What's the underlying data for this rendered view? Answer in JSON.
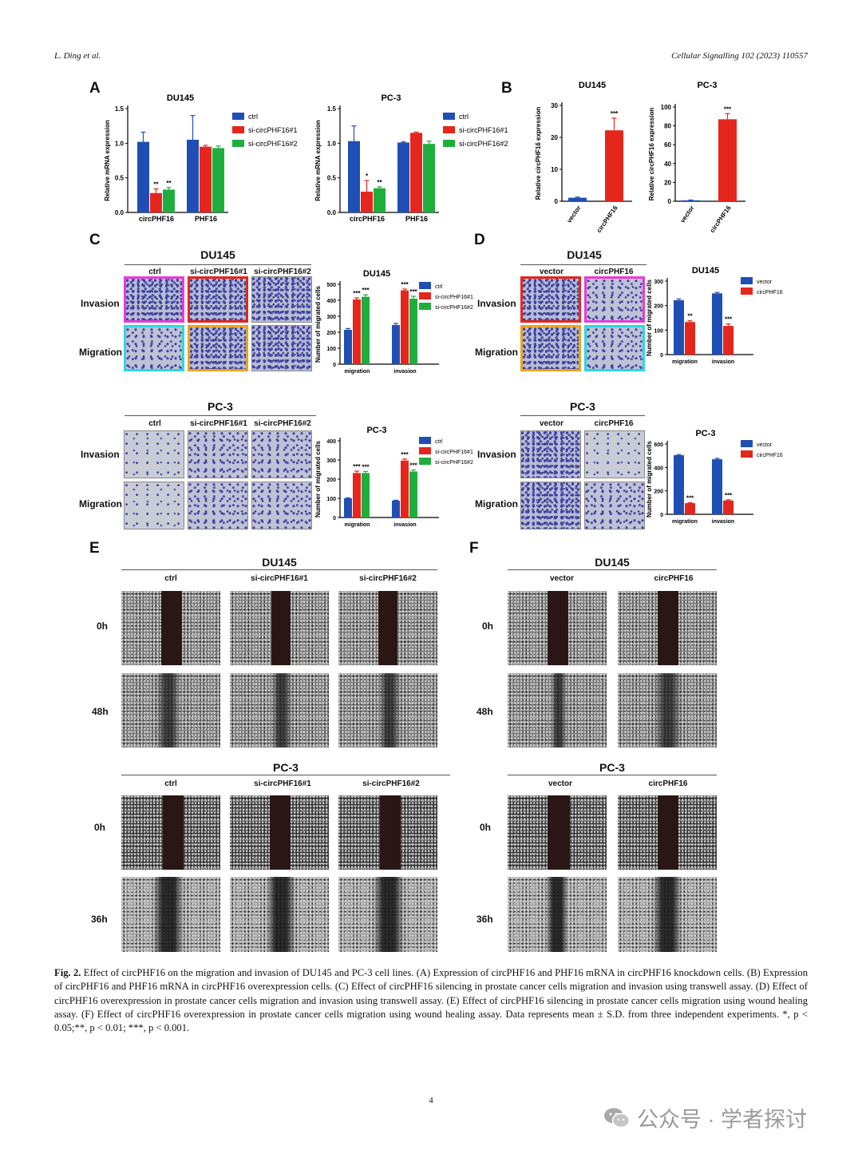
{
  "header": {
    "left": "L. Ding et al.",
    "right": "Cellular Signalling 102 (2023) 110557"
  },
  "panel_letters": {
    "A": "A",
    "B": "B",
    "C": "C",
    "D": "D",
    "E": "E",
    "F": "F"
  },
  "colors": {
    "blue": "#1f4fb4",
    "red": "#e5261c",
    "green": "#1fae3e"
  },
  "labels": {
    "du145": "DU145",
    "pc3": "PC-3",
    "ctrl": "ctrl",
    "si1": "si-circPHF16#1",
    "si2": "si-circPHF16#2",
    "vector": "vector",
    "circ": "circPHF16",
    "invasion": "Invasion",
    "migration": "Migration",
    "h0": "0h",
    "h48": "48h",
    "h36": "36h"
  },
  "chart_data": [
    {
      "id": "A-DU145",
      "type": "bar",
      "title": "DU145",
      "ylabel": "Relative mRNA expression",
      "categories": [
        "circPHF16",
        "PHF16"
      ],
      "ylim": [
        0,
        1.5
      ],
      "yticks": [
        "0.0",
        "0.5",
        "1.0",
        "1.5"
      ],
      "series": [
        {
          "name": "ctrl",
          "values": [
            1.02,
            1.05
          ],
          "err": [
            0.14,
            0.35
          ]
        },
        {
          "name": "si-circPHF16#1",
          "values": [
            0.28,
            0.95
          ],
          "err": [
            0.06,
            0.02
          ]
        },
        {
          "name": "si-circPHF16#2",
          "values": [
            0.33,
            0.93
          ],
          "err": [
            0.03,
            0.03
          ]
        }
      ],
      "sig": [
        [
          "",
          "**",
          "**"
        ],
        [
          "",
          "",
          ""
        ]
      ]
    },
    {
      "id": "A-PC3",
      "type": "bar",
      "title": "PC-3",
      "ylabel": "Relative mRNA expression",
      "categories": [
        "circPHF16",
        "PHF16"
      ],
      "ylim": [
        0,
        1.5
      ],
      "yticks": [
        "0.0",
        "0.5",
        "1.0",
        "1.5"
      ],
      "series": [
        {
          "name": "ctrl",
          "values": [
            1.03,
            1.01
          ],
          "err": [
            0.22,
            0.01
          ]
        },
        {
          "name": "si-circPHF16#1",
          "values": [
            0.3,
            1.15
          ],
          "err": [
            0.16,
            0.01
          ]
        },
        {
          "name": "si-circPHF16#2",
          "values": [
            0.35,
            0.99
          ],
          "err": [
            0.02,
            0.04
          ]
        }
      ],
      "sig": [
        [
          "",
          "*",
          "**"
        ],
        [
          "",
          "",
          ""
        ]
      ]
    },
    {
      "id": "B-DU145",
      "type": "bar",
      "title": "DU145",
      "ylabel": "Relative circPHF16 expression",
      "categories": [
        "vector",
        "circPHF16"
      ],
      "ylim": [
        0,
        30
      ],
      "yticks": [
        "0",
        "10",
        "20",
        "30"
      ],
      "values": [
        1.1,
        22.2
      ],
      "err": [
        0.2,
        3.8
      ],
      "sig": [
        "",
        "***"
      ]
    },
    {
      "id": "B-PC3",
      "type": "bar",
      "title": "PC-3",
      "ylabel": "Relative circPHF16 expression",
      "categories": [
        "vector",
        "circPHF16"
      ],
      "ylim": [
        0,
        100
      ],
      "yticks": [
        "0",
        "20",
        "40",
        "60",
        "80",
        "100"
      ],
      "values": [
        1,
        87
      ],
      "err": [
        0.3,
        6
      ],
      "sig": [
        "",
        "***"
      ]
    },
    {
      "id": "C-DU145",
      "type": "bar",
      "title": "DU145",
      "ylabel": "Number of migrated cells",
      "categories": [
        "migration",
        "invasion"
      ],
      "ylim": [
        0,
        500
      ],
      "yticks": [
        "0",
        "100",
        "200",
        "300",
        "400",
        "500"
      ],
      "series": [
        {
          "name": "ctrl",
          "values": [
            215,
            245
          ],
          "err": [
            8,
            10
          ]
        },
        {
          "name": "si-circPHF16#1",
          "values": [
            405,
            462
          ],
          "err": [
            10,
            8
          ]
        },
        {
          "name": "si-circPHF16#2",
          "values": [
            422,
            410
          ],
          "err": [
            12,
            15
          ]
        }
      ],
      "sig": [
        [
          "",
          "***",
          "***"
        ],
        [
          "",
          "***",
          "***"
        ]
      ]
    },
    {
      "id": "C-PC3",
      "type": "bar",
      "title": "PC-3",
      "ylabel": "Number of migrated cells",
      "categories": [
        "migration",
        "invasion"
      ],
      "ylim": [
        0,
        400
      ],
      "yticks": [
        "0",
        "100",
        "200",
        "300",
        "400"
      ],
      "series": [
        {
          "name": "ctrl",
          "values": [
            100,
            88
          ],
          "err": [
            3,
            2
          ]
        },
        {
          "name": "si-circPHF16#1",
          "values": [
            232,
            297
          ],
          "err": [
            10,
            8
          ]
        },
        {
          "name": "si-circPHF16#2",
          "values": [
            232,
            240
          ],
          "err": [
            8,
            8
          ]
        }
      ],
      "sig": [
        [
          "",
          "***",
          "***"
        ],
        [
          "",
          "***",
          "***"
        ]
      ]
    },
    {
      "id": "D-DU145",
      "type": "bar",
      "title": "DU145",
      "ylabel": "Number of migrated cells",
      "categories": [
        "migration",
        "invasion"
      ],
      "ylim": [
        0,
        300
      ],
      "yticks": [
        "0",
        "100",
        "200",
        "300"
      ],
      "series": [
        {
          "name": "vector",
          "values": [
            222,
            250
          ],
          "err": [
            5,
            4
          ]
        },
        {
          "name": "circPHF16",
          "values": [
            133,
            117
          ],
          "err": [
            5,
            8
          ]
        }
      ],
      "sig": [
        [
          "",
          "**"
        ],
        [
          "",
          "***"
        ]
      ]
    },
    {
      "id": "D-PC3",
      "type": "bar",
      "title": "PC-3",
      "ylabel": "Number of migrated cells",
      "categories": [
        "migration",
        "invasion"
      ],
      "ylim": [
        0,
        600
      ],
      "yticks": [
        "0",
        "200",
        "400",
        "600"
      ],
      "series": [
        {
          "name": "vector",
          "values": [
            505,
            470
          ],
          "err": [
            5,
            8
          ]
        },
        {
          "name": "circPHF16",
          "values": [
            95,
            118
          ],
          "err": [
            4,
            6
          ]
        }
      ],
      "sig": [
        [
          "",
          "***"
        ],
        [
          "",
          "***"
        ]
      ]
    }
  ],
  "caption": {
    "label": "Fig. 2.",
    "text": "Effect of circPHF16 on the migration and invasion of DU145 and PC-3 cell lines. (A) Expression of circPHF16 and PHF16 mRNA in circPHF16 knockdown cells. (B) Expression of circPHF16 and PHF16 mRNA in circPHF16 overexpression cells. (C) Effect of circPHF16 silencing in prostate cancer cells migration and invasion using transwell assay. (D) Effect of circPHF16 overexpression in prostate cancer cells migration and invasion using transwell assay. (E) Effect of circPHF16 silencing in prostate cancer cells migration using wound healing assay. (F) Effect of circPHF16 overexpression in prostate cancer cells migration using wound healing assay. Data represents mean ± S.D. from three independent experiments. *, p < 0.05;**, p < 0.01; ***, p < 0.001."
  },
  "page_number": "4",
  "watermark": "公众号 · 学者探讨"
}
